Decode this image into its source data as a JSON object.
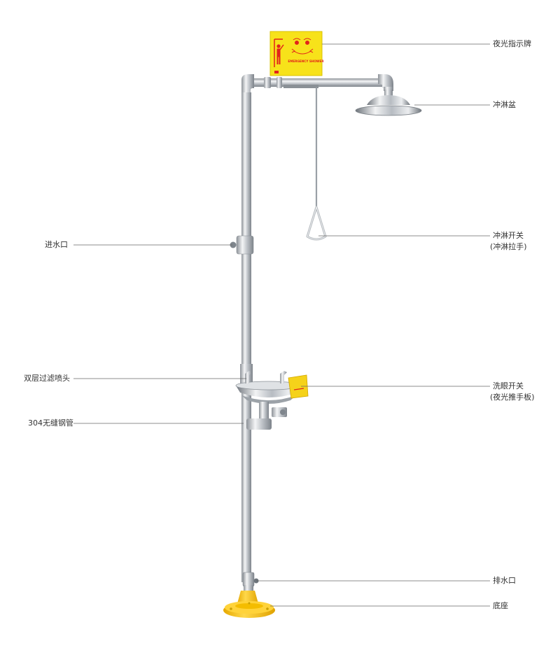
{
  "sign": {
    "caption": "EMERGENCY SHOWER"
  },
  "callouts": {
    "sign_label": "夜光指示牌",
    "shower_head_label": "冲淋盆",
    "shower_switch_label": "冲淋开关",
    "shower_switch_sub": "(冲淋拉手)",
    "water_inlet_label": "进水口",
    "dual_filter_label": "双层过滤喷头",
    "eyewash_switch_label": "洗眼开关",
    "eyewash_switch_sub": "(夜光推手板)",
    "steel_pipe_label": "304无缝钢管",
    "drain_label": "排水口",
    "base_label": "底座"
  },
  "colors": {
    "sign_yellow": "#f7e21a",
    "sign_red": "#e2231a",
    "base_yellow": "#f5c400",
    "steel": "#c9ccd0",
    "leader_line": "#666666"
  }
}
